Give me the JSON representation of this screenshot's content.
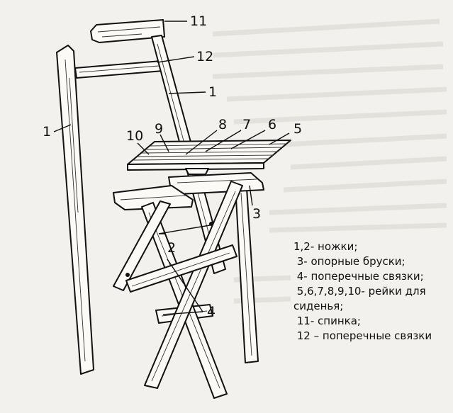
{
  "callouts": {
    "n1": "1",
    "n2": "2",
    "n3": "3",
    "n4": "4",
    "n5": "5",
    "n6": "6",
    "n7": "7",
    "n8": "8",
    "n9": "9",
    "n10": "10",
    "n11": "11",
    "n12": "12"
  },
  "legend": {
    "items": [
      "1,2- ножки;",
      " 3- опорные бруски;",
      " 4- поперечные связки;",
      " 5,6,7,8,9,10- рейки для",
      "сиденья;",
      " 11- спинка;",
      " 12 – поперечные связки"
    ]
  }
}
